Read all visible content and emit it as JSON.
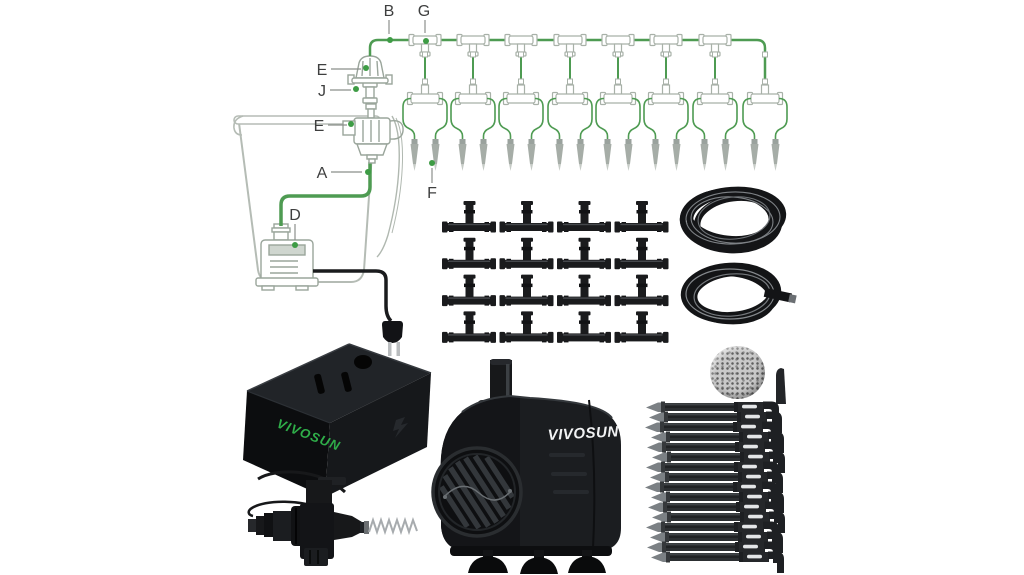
{
  "image": {
    "description": "Drip irrigation kit schematic with bucket, pump, timer outlet, tubing coils, tee connectors and drip stakes",
    "background": "#ffffff"
  },
  "diagram": {
    "tube_color": "#4E9B52",
    "part_outline_color": "#A8B1A8",
    "label_color": "#3E3F3F",
    "marker_dot_color": "#3E9C45",
    "labels": {
      "a": "A",
      "b": "B",
      "d": "D",
      "e_cap": "E",
      "e_valve": "E",
      "f": "F",
      "g": "G",
      "j": "J"
    }
  },
  "branding": {
    "timer_logo": "VIVOSUN",
    "timer_logo_color": "#2FAE49",
    "pump_logo": "VIVOSUN",
    "pump_logo_color": "#F2F3F4"
  },
  "parts": {
    "tee_connector_count": 16,
    "drip_stake_count": 16,
    "dripper_pair_count": 8,
    "tubing_coil_count": 2
  }
}
